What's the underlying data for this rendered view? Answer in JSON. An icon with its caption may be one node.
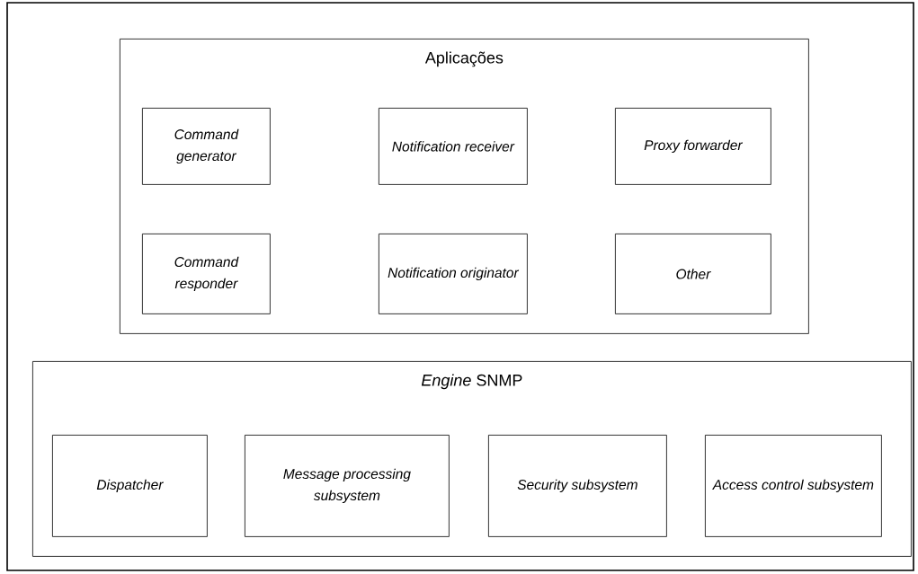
{
  "diagram": {
    "nodes": [
      {
        "text": [
          "Aplicações"
        ]
      },
      {
        "text": [
          "Command generator"
        ],
        "in": 0
      },
      {
        "text": [
          "Notification receiver"
        ],
        "in": 0
      },
      {
        "text": [
          "Proxy forwarder"
        ],
        "in": 0
      },
      {
        "text": [
          "Command responder"
        ],
        "in": 0
      },
      {
        "text": [
          "Notification originator"
        ],
        "in": 0
      },
      {
        "text": [
          "Other"
        ],
        "in": 0
      },
      {
        "text": [
          "*Engine* SNMP"
        ]
      },
      {
        "text": [
          "Dispatcher"
        ],
        "in": 7
      },
      {
        "text": [
          "Message processing subsystem"
        ],
        "in": 7
      },
      {
        "text": [
          "Security subsystem"
        ],
        "in": 7
      },
      {
        "text": [
          "Access control subsystem"
        ],
        "in": 7
      }
    ]
  }
}
